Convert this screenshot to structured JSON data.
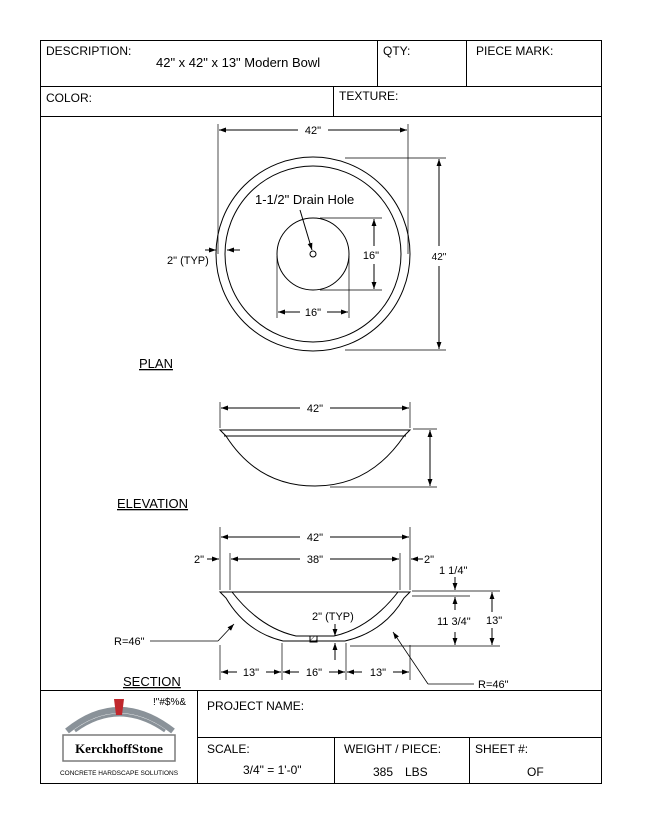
{
  "header": {
    "description_label": "DESCRIPTION:",
    "description_value": "42\" x 42\" x 13\" Modern Bowl",
    "qty_label": "QTY:",
    "piece_mark_label": "PIECE MARK:",
    "color_label": "COLOR:",
    "texture_label": "TEXTURE:"
  },
  "plan": {
    "title": "PLAN",
    "width_dim": "42\"",
    "height_dim": "42\"",
    "drain_label": "1-1/2\" Drain Hole",
    "inner_h_dim": "16\"",
    "inner_v_dim": "16\"",
    "wall_dim": "2\" (TYP)"
  },
  "elevation": {
    "title": "ELEVATION",
    "width_dim": "42\""
  },
  "section": {
    "title": "SECTION",
    "width_dim": "42\"",
    "inner_dim": "38\"",
    "left_wall": "2\"",
    "right_wall": "2\"",
    "rim_dim": "1 1/4\"",
    "depth_dim": "11 3/4\"",
    "height_dim": "13\"",
    "thickness_dim": "2\" (TYP)",
    "radius_left": "R=46\"",
    "radius_right": "R=46\"",
    "bottom_left": "13\"",
    "bottom_mid": "16\"",
    "bottom_right": "13\""
  },
  "footer": {
    "logo_glyphs": "!\"#$%&",
    "logo_name": "KerckhoffStone",
    "logo_tagline": "CONCRETE HARDSCAPE SOLUTIONS",
    "project_label": "PROJECT NAME:",
    "scale_label": "SCALE:",
    "scale_value": "3/4\" = 1'-0\"",
    "weight_label": "WEIGHT / PIECE:",
    "weight_value": "385",
    "weight_unit": "LBS",
    "sheet_label": "SHEET #:",
    "sheet_value": "OF"
  },
  "colors": {
    "logo_arc": "#8a9299",
    "logo_keystone": "#c0282d",
    "logo_border": "#7a7a7a"
  }
}
